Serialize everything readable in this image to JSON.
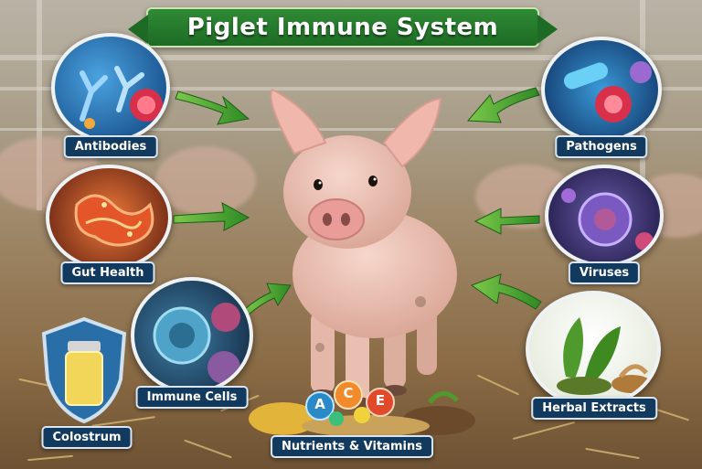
{
  "title": "Piglet Immune System",
  "nodes": {
    "antibodies": "Antibodies",
    "gut_health": "Gut Health",
    "immune_cells": "Immune Cells",
    "colostrum": "Colostrum",
    "pathogens": "Pathogens",
    "viruses": "Viruses",
    "herbal_extracts": "Herbal Extracts",
    "nutrients_vitamins": "Nutrients & Vitamins"
  },
  "vitamin_letters": {
    "a": "A",
    "c": "C",
    "e": "E"
  },
  "colors": {
    "banner_green": "#1d6b24",
    "label_navy": "#123a5e",
    "arrow_green": "#3e9d2f"
  }
}
